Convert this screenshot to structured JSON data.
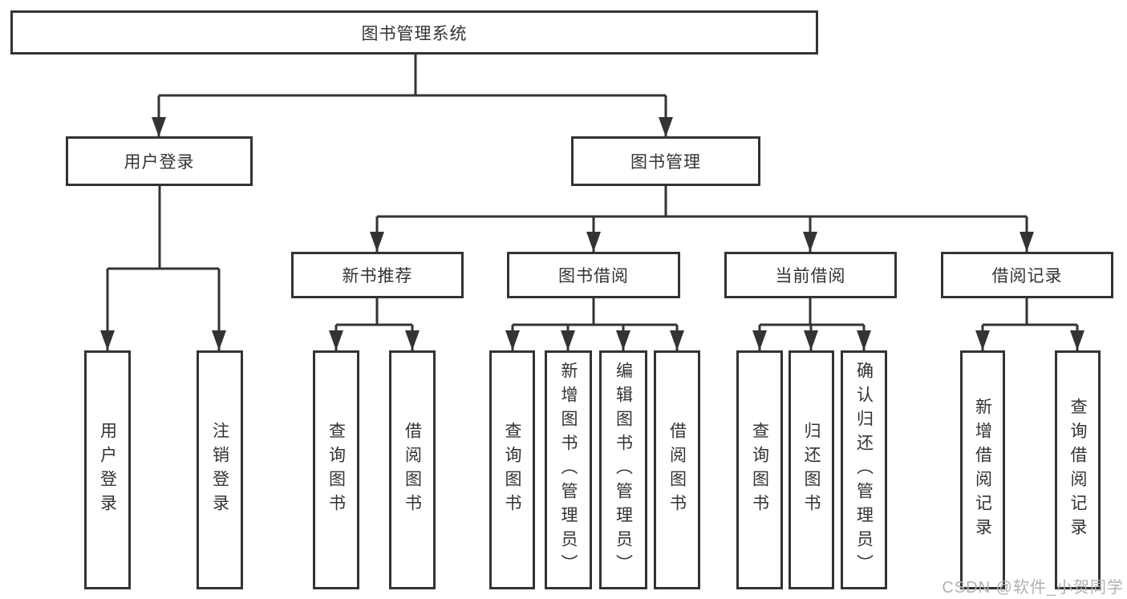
{
  "nodes": {
    "root": "图书管理系统",
    "user_login": "用户登录",
    "book_mgmt": "图书管理",
    "new_book_rec": "新书推荐",
    "book_borrow": "图书借阅",
    "current_borrow": "当前借阅",
    "borrow_record": "借阅记录",
    "leaf_user_login": "用户登录",
    "leaf_logout": "注销登录",
    "leaf_query_book_1": "查询图书",
    "leaf_borrow_book_1": "借阅图书",
    "leaf_query_book_2": "查询图书",
    "leaf_add_book_admin": "新增图书（管理员）",
    "leaf_edit_book_admin": "编辑图书（管理员）",
    "leaf_borrow_book_2": "借阅图书",
    "leaf_query_book_3": "查询图书",
    "leaf_return_book": "归还图书",
    "leaf_confirm_return_admin": "确认归还（管理员）",
    "leaf_add_borrow_record": "新增借阅记录",
    "leaf_query_borrow_record": "查询借阅记录"
  },
  "watermark": "CSDN @软件_小贺同学",
  "colors": {
    "line": "#333333",
    "text": "#333333",
    "watermark": "#b3b1b1",
    "background": "#ffffff"
  }
}
